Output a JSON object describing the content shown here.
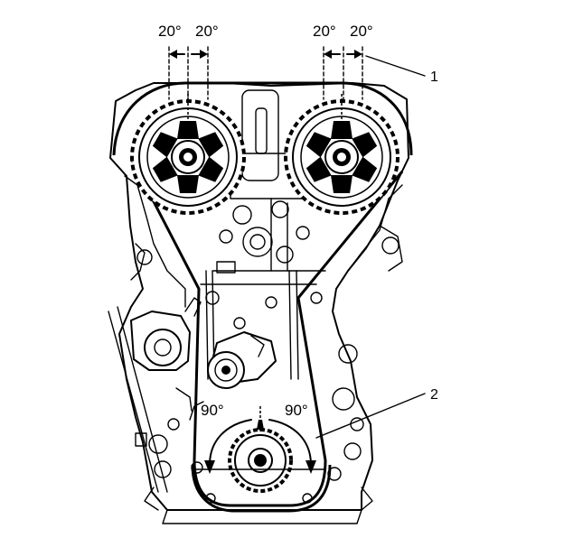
{
  "labels": {
    "cam_left_angle_left": "20°",
    "cam_left_angle_right": "20°",
    "cam_right_angle_left": "20°",
    "cam_right_angle_right": "20°",
    "crank_angle_left": "90°",
    "crank_angle_right": "90°",
    "callout_1": "1",
    "callout_2": "2"
  }
}
